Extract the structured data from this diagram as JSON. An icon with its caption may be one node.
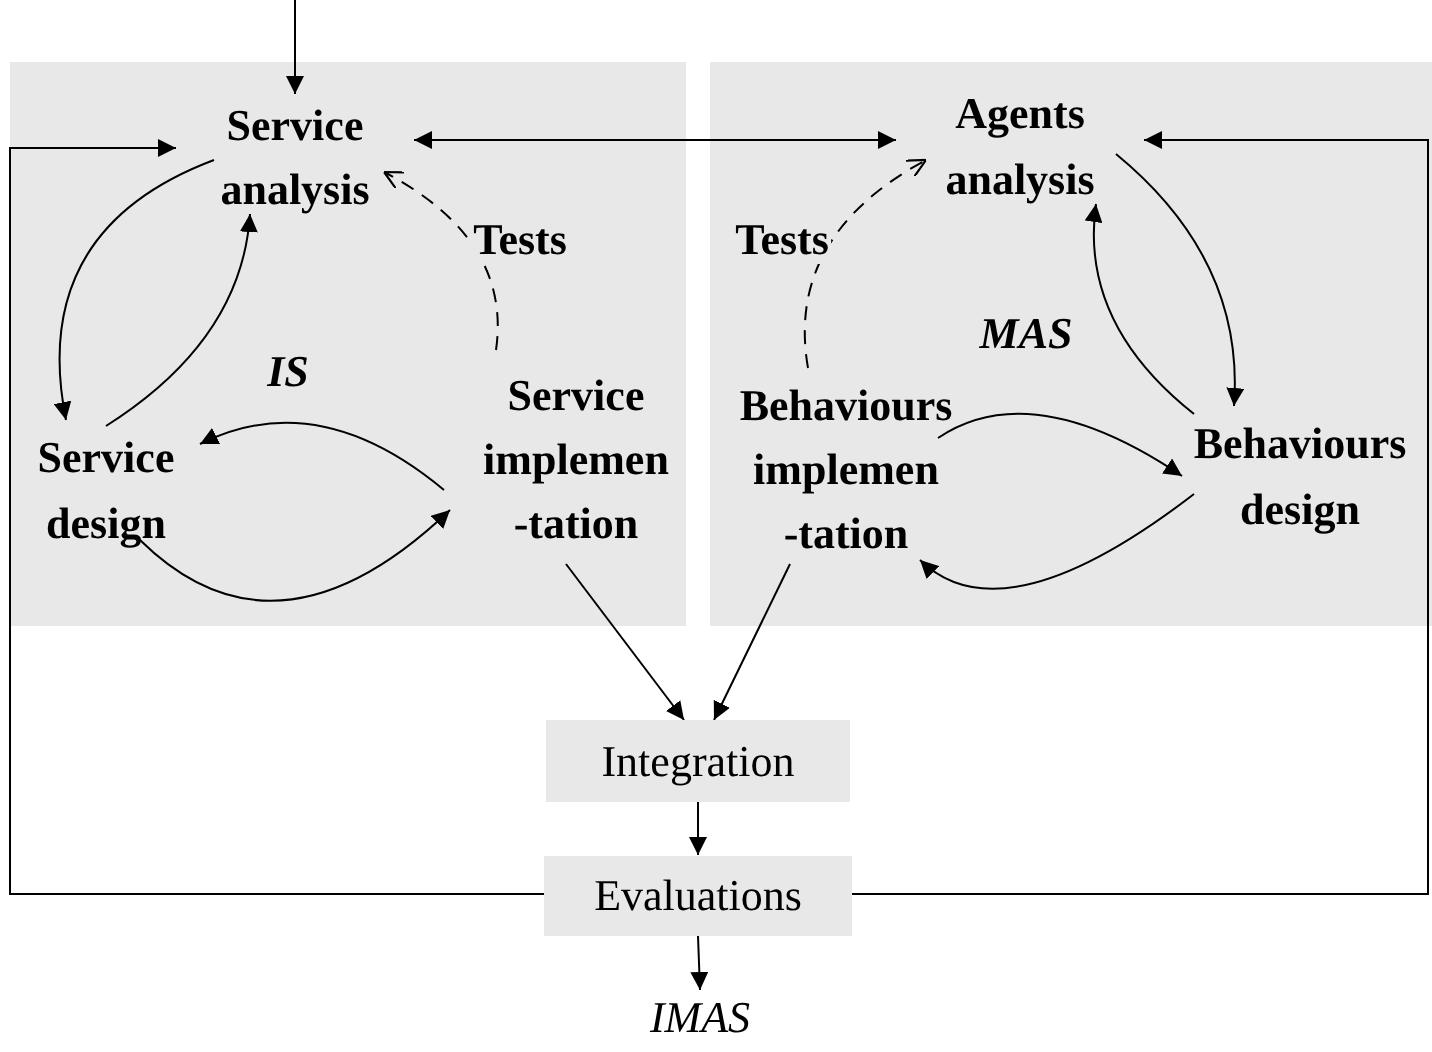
{
  "diagram": {
    "nodes": [
      {
        "text": [
          "IS"
        ]
      },
      {
        "text": [
          "Service analysis"
        ],
        "in": 0
      },
      {
        "text": [
          "Service design"
        ],
        "in": 0
      },
      {
        "text": [
          "Service implemen -tation"
        ],
        "in": 0
      },
      {
        "text": [
          "MAS"
        ]
      },
      {
        "text": [
          "Agents analysis"
        ],
        "in": 4
      },
      {
        "text": [
          "Behaviours design"
        ],
        "in": 4
      },
      {
        "text": [
          "Behaviours implemen -tation"
        ],
        "in": 4
      },
      {
        "text": [
          "Integration"
        ]
      },
      {
        "text": [
          "Evaluations"
        ]
      },
      {
        "text": [
          "IMAS"
        ]
      }
    ],
    "edges": [
      {
        "from": null,
        "to": 1,
        "arrow": "to"
      },
      {
        "from": 1,
        "to": 5,
        "arrow": "both"
      },
      {
        "from": 9,
        "to": 1,
        "arrow": "to"
      },
      {
        "from": 9,
        "to": 5,
        "arrow": "to"
      },
      {
        "from": 1,
        "to": 2,
        "arrow": "to"
      },
      {
        "from": 2,
        "to": 1,
        "arrow": "to"
      },
      {
        "from": 3,
        "to": 2,
        "arrow": "to"
      },
      {
        "from": 2,
        "to": 3,
        "arrow": "to"
      },
      {
        "from": 3,
        "to": 1,
        "arrow": "to",
        "label": "Tests",
        "style": "dashed"
      },
      {
        "from": 5,
        "to": 6,
        "arrow": "to"
      },
      {
        "from": 6,
        "to": 5,
        "arrow": "to"
      },
      {
        "from": 7,
        "to": 6,
        "arrow": "to"
      },
      {
        "from": 6,
        "to": 7,
        "arrow": "to"
      },
      {
        "from": 7,
        "to": 5,
        "arrow": "to",
        "label": "Tests",
        "style": "dashed"
      },
      {
        "from": 3,
        "to": 8,
        "arrow": "to"
      },
      {
        "from": 7,
        "to": 8,
        "arrow": "to"
      },
      {
        "from": 8,
        "to": 9,
        "arrow": "to"
      },
      {
        "from": 9,
        "to": 10,
        "arrow": "to"
      }
    ]
  }
}
